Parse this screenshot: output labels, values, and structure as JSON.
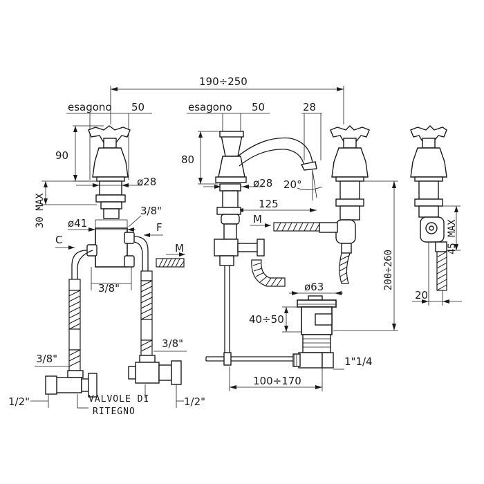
{
  "dimensions": {
    "top_width": "190÷250",
    "hex_left_label": "esagono",
    "hex_left_value": "50",
    "hex_mid_label": "esagono",
    "hex_mid_value": "50",
    "spout_top": "28",
    "handle_height_left": "90",
    "handle_height_mid": "80",
    "dia_left": "ø28",
    "dia_mid": "ø28",
    "angle": "20°",
    "spout_reach": "125",
    "max_left": "30 MAX",
    "dia_body": "ø41",
    "thread_top": "3/8\"",
    "label_f": "F",
    "label_c": "C",
    "label_m_left": "M",
    "label_m_mid": "M",
    "thread_mid": "3/8\"",
    "thread_hose_right": "3/8\"",
    "thread_hose_left": "3/8\"",
    "half_inch_left": "1/2\"",
    "half_inch_right": "1/2\"",
    "valve_label_1": "VALVOLE DI",
    "valve_label_2": "RITEGNO",
    "dia_drain": "ø63",
    "drain_height": "40÷50",
    "drain_thread": "1\"1/4",
    "drain_distance": "100÷170",
    "vertical_span": "200÷260",
    "max_right": "45 MAX",
    "offset_right": "20"
  }
}
